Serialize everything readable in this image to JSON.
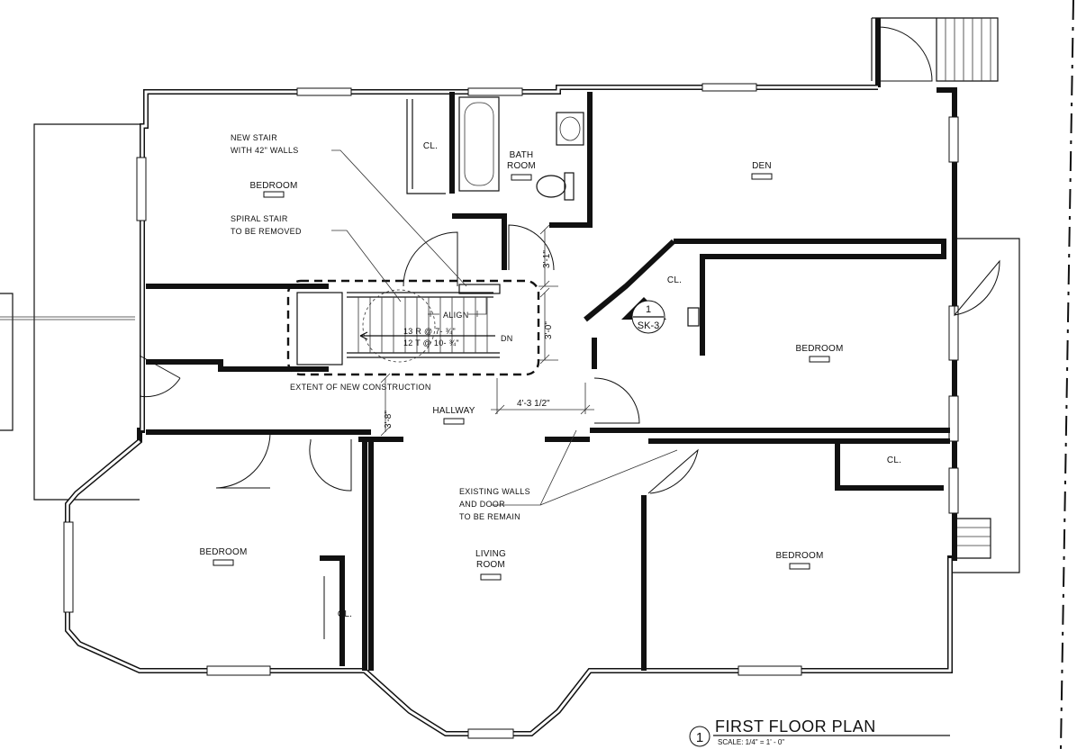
{
  "title": {
    "number": "1",
    "text": "FIRST FLOOR  PLAN",
    "scale": "SCALE: 1/4\" = 1' - 0\""
  },
  "rooms": {
    "bedroom_nw": "BEDROOM",
    "closet_n": "CL.",
    "bath_line1": "BATH",
    "bath_line2": "ROOM",
    "den": "DEN",
    "closet_e": "CL.",
    "bedroom_e": "BEDROOM",
    "hallway": "HALLWAY",
    "closet_se": "CL.",
    "bedroom_se": "BEDROOM",
    "living_line1": "LIVING",
    "living_line2": "ROOM",
    "bedroom_sw": "BEDROOM",
    "closet_sw": "CL."
  },
  "notes": {
    "new_stair_line1": "NEW STAIR",
    "new_stair_line2": "WITH 42\" WALLS",
    "spiral_line1": "SPIRAL STAIR",
    "spiral_line2": "TO BE REMOVED",
    "extent": "EXTENT OF NEW CONSTRUCTION",
    "existing_line1": "EXISTING WALLS",
    "existing_line2": "AND DOOR",
    "existing_line3": "TO BE REMAIN",
    "align": "ALIGN",
    "risers": "13 R @ 7- ¾\"",
    "treads": "12 T @ 10- ¾\"",
    "dn": "DN"
  },
  "dimensions": {
    "d_3_1": "3'-1\"",
    "d_3_0": "3'-0\"",
    "d_3_8": "3'-8\"",
    "d_4_3": "4'-3  1/2\""
  },
  "section_marker": {
    "number": "1",
    "sheet": "SK-3"
  }
}
